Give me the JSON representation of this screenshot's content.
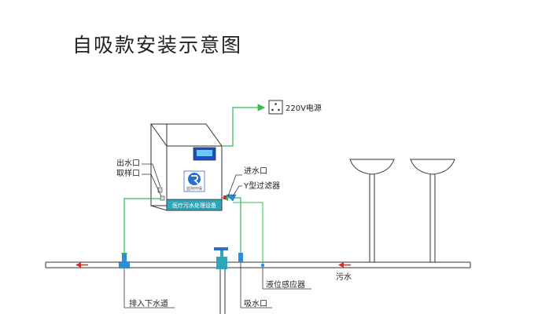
{
  "title": "自吸款安装示意图",
  "labels": {
    "power": "220V电源",
    "outlet": "出水口",
    "sample_port": "取样口",
    "inlet": "进水口",
    "y_filter": "Y型过滤器",
    "drain": "排入下水道",
    "level_sensor": "液位感应器",
    "suction_port": "吸水口",
    "sewage": "污水",
    "machine_panel": "医疗污水处理设备",
    "logo_text": "蓝阿环保"
  },
  "colors": {
    "green": "#33bb55",
    "blue": "#2a8fd6",
    "red": "#d62a2a",
    "teal": "#2ea5b8",
    "line": "#333333"
  }
}
